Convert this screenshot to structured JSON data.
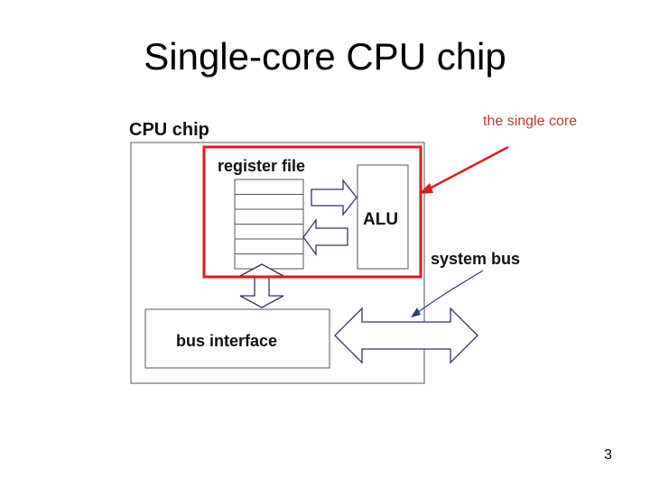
{
  "slide": {
    "title": "Single-core CPU chip",
    "page_number": "3"
  },
  "diagram": {
    "chip_label": "CPU chip",
    "register_file_label": "register file",
    "alu_label": "ALU",
    "system_bus_label": "system bus",
    "bus_interface_label": "bus interface",
    "annotation_label": "the single core",
    "register_rows": 6
  },
  "colors": {
    "highlight": "#e01b1b",
    "annotation_text": "#c0392b",
    "arrow_fill": "#ffffff",
    "arrow_stroke": "#33336b",
    "box_stroke": "#555555",
    "pointer_line": "#2c3e7a"
  }
}
